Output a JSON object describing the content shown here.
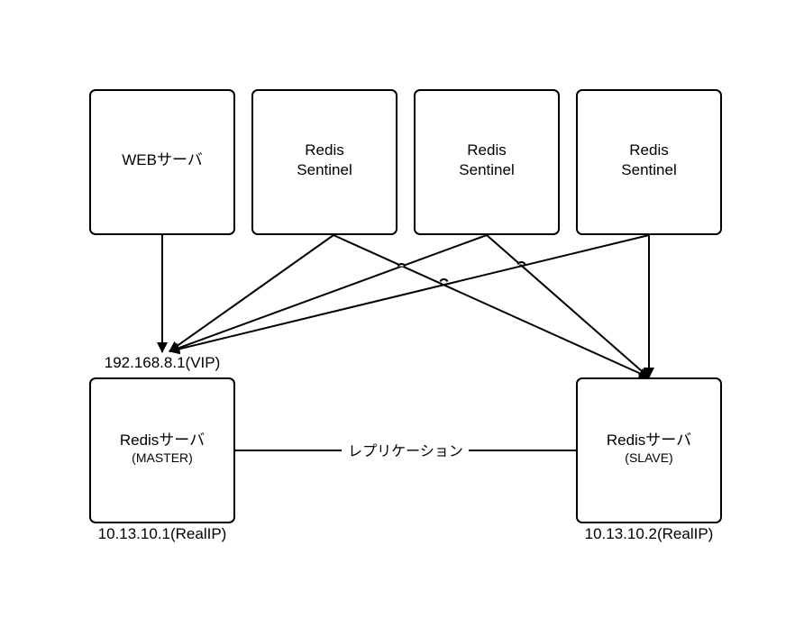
{
  "nodes": {
    "web": {
      "label": "WEBサーバ"
    },
    "sentinel1": {
      "line1": "Redis",
      "line2": "Sentinel"
    },
    "sentinel2": {
      "line1": "Redis",
      "line2": "Sentinel"
    },
    "sentinel3": {
      "line1": "Redis",
      "line2": "Sentinel"
    },
    "master": {
      "line1": "Redisサーバ",
      "line2": "(MASTER)"
    },
    "slave": {
      "line1": "Redisサーバ",
      "line2": "(SLAVE)"
    }
  },
  "labels": {
    "vip": "192.168.8.1(VIP)",
    "master_ip": "10.13.10.1(RealIP)",
    "slave_ip": "10.13.10.2(RealIP)",
    "replication": "レプリケーション"
  }
}
